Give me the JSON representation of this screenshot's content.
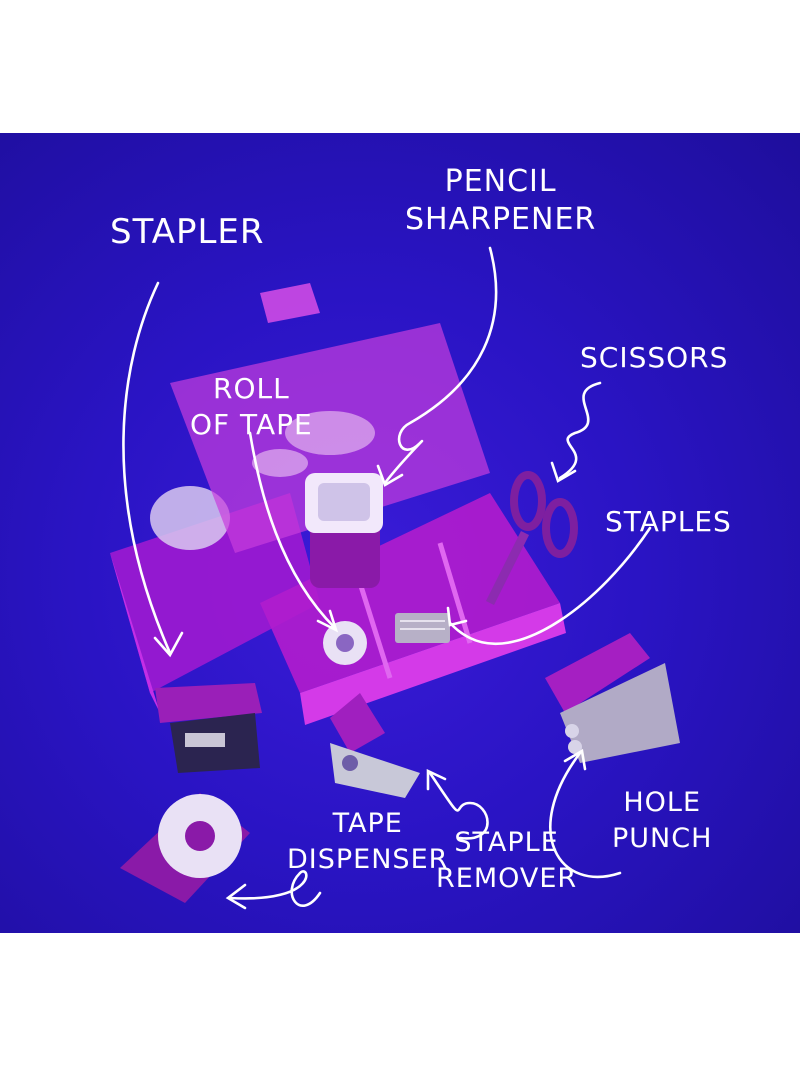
{
  "labels": {
    "stapler": "STAPLER",
    "pencil_sharpener": [
      "PENCIL",
      "SHARPENER"
    ],
    "roll_of_tape": [
      "ROLL",
      "OF TAPE"
    ],
    "scissors": "SCISSORS",
    "staples": "STAPLES",
    "tape_dispenser": [
      "TAPE",
      "DISPENSER"
    ],
    "staple_remover": [
      "STAPLE",
      "REMOVER"
    ],
    "hole_punch": [
      "HOLE",
      "PUNCH"
    ]
  },
  "colors": {
    "background": "#2a14c4",
    "plastic_purple": "#b21ad6",
    "plastic_pink": "#e24ee8",
    "label_text": "#ffffff"
  }
}
